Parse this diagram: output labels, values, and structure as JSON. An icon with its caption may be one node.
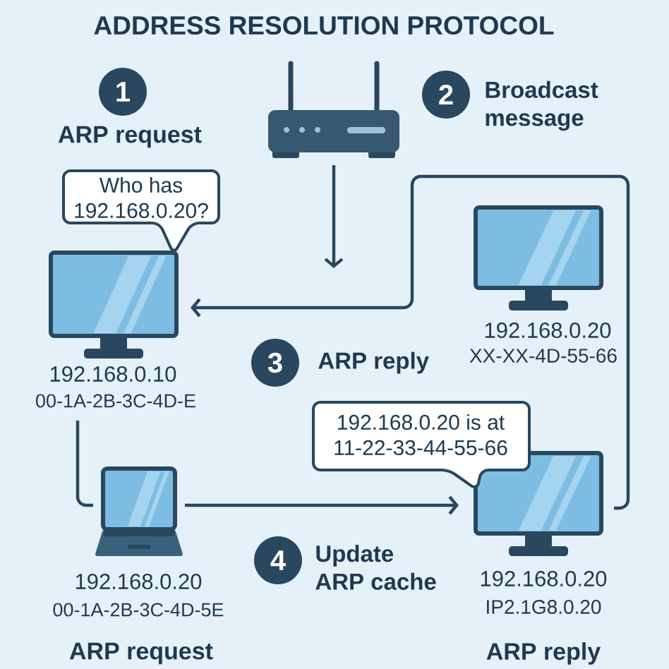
{
  "diagram": {
    "title": "ADDRESS RESOLUTION PROTOCOL",
    "nodes": [
      {
        "text": [
          "1"
        ],
        "beside": [
          "ARP request"
        ]
      },
      {
        "text": [],
        "shape": "picture"
      },
      {
        "text": [
          "2"
        ],
        "beside": [
          "Broadcast message"
        ]
      },
      {
        "text": [
          "Who has 192.168.0.20?"
        ]
      },
      {
        "text": [],
        "shape": "picture",
        "beside": [
          "192.168.0.10",
          "00-1A-2B-3C-4D-E"
        ]
      },
      {
        "text": [],
        "shape": "picture",
        "beside": [
          "192.168.0.20",
          "XX-XX-4D-55-66"
        ]
      },
      {
        "text": [
          "3"
        ],
        "beside": [
          "ARP reply"
        ]
      },
      {
        "text": [
          "192.168.0.20 is at 11-22-33-44-55-66"
        ]
      },
      {
        "text": [],
        "shape": "picture",
        "beside": [
          "192.168.0.20",
          "00-1A-2B-3C-4D-5E"
        ]
      },
      {
        "text": [],
        "shape": "picture",
        "beside": [
          "192.168.0.20",
          "IP2.1G8.0.20"
        ]
      },
      {
        "text": [
          "4"
        ],
        "beside": [
          "Update ARP cache"
        ]
      }
    ],
    "edges": [
      {
        "from": 1,
        "to": null,
        "arrow": "to"
      },
      {
        "from": 9,
        "to": 4,
        "arrow": "to"
      },
      {
        "from": 4,
        "to": 8,
        "arrow": "none"
      },
      {
        "from": 8,
        "to": 9,
        "arrow": "to"
      }
    ],
    "labels": [
      "ARP request",
      "ARP reply"
    ]
  }
}
